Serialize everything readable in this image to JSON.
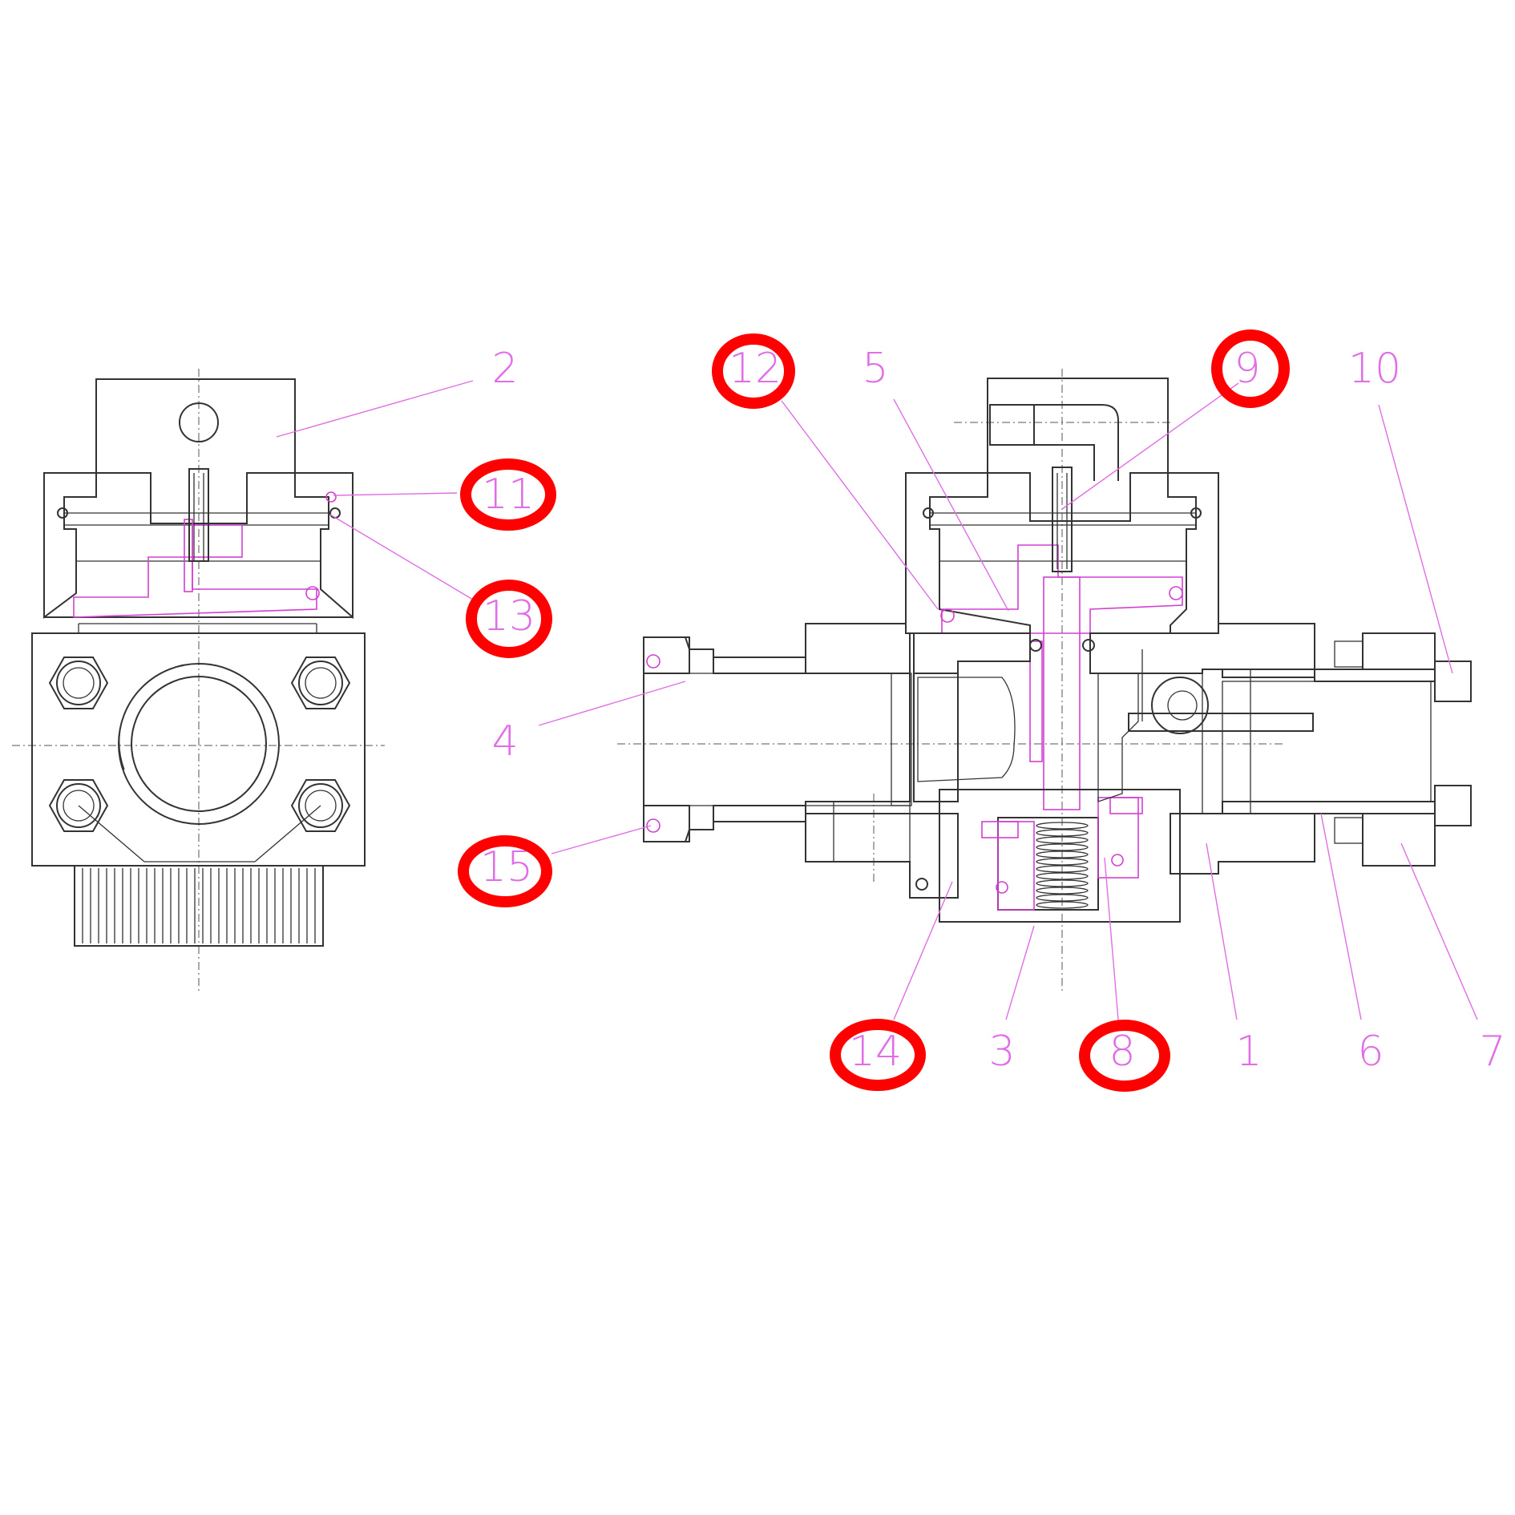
{
  "colors": {
    "line": "#333333",
    "leader": "#e06ee6",
    "pink_part": "#d040d0",
    "highlight": "#ff0000",
    "background": "#ffffff"
  },
  "labels": [
    {
      "id": "l2",
      "text": "2",
      "highlighted": false
    },
    {
      "id": "l11",
      "text": "11",
      "highlighted": true
    },
    {
      "id": "l13",
      "text": "13",
      "highlighted": true
    },
    {
      "id": "l12",
      "text": "12",
      "highlighted": true
    },
    {
      "id": "l5",
      "text": "5",
      "highlighted": false
    },
    {
      "id": "l9",
      "text": "9",
      "highlighted": true
    },
    {
      "id": "l10",
      "text": "10",
      "highlighted": false
    },
    {
      "id": "l4",
      "text": "4",
      "highlighted": false
    },
    {
      "id": "l15",
      "text": "15",
      "highlighted": true
    },
    {
      "id": "l14",
      "text": "14",
      "highlighted": true
    },
    {
      "id": "l3",
      "text": "3",
      "highlighted": false
    },
    {
      "id": "l8",
      "text": "8",
      "highlighted": true
    },
    {
      "id": "l1",
      "text": "1",
      "highlighted": false
    },
    {
      "id": "l6",
      "text": "6",
      "highlighted": false
    },
    {
      "id": "l7",
      "text": "7",
      "highlighted": false
    }
  ]
}
